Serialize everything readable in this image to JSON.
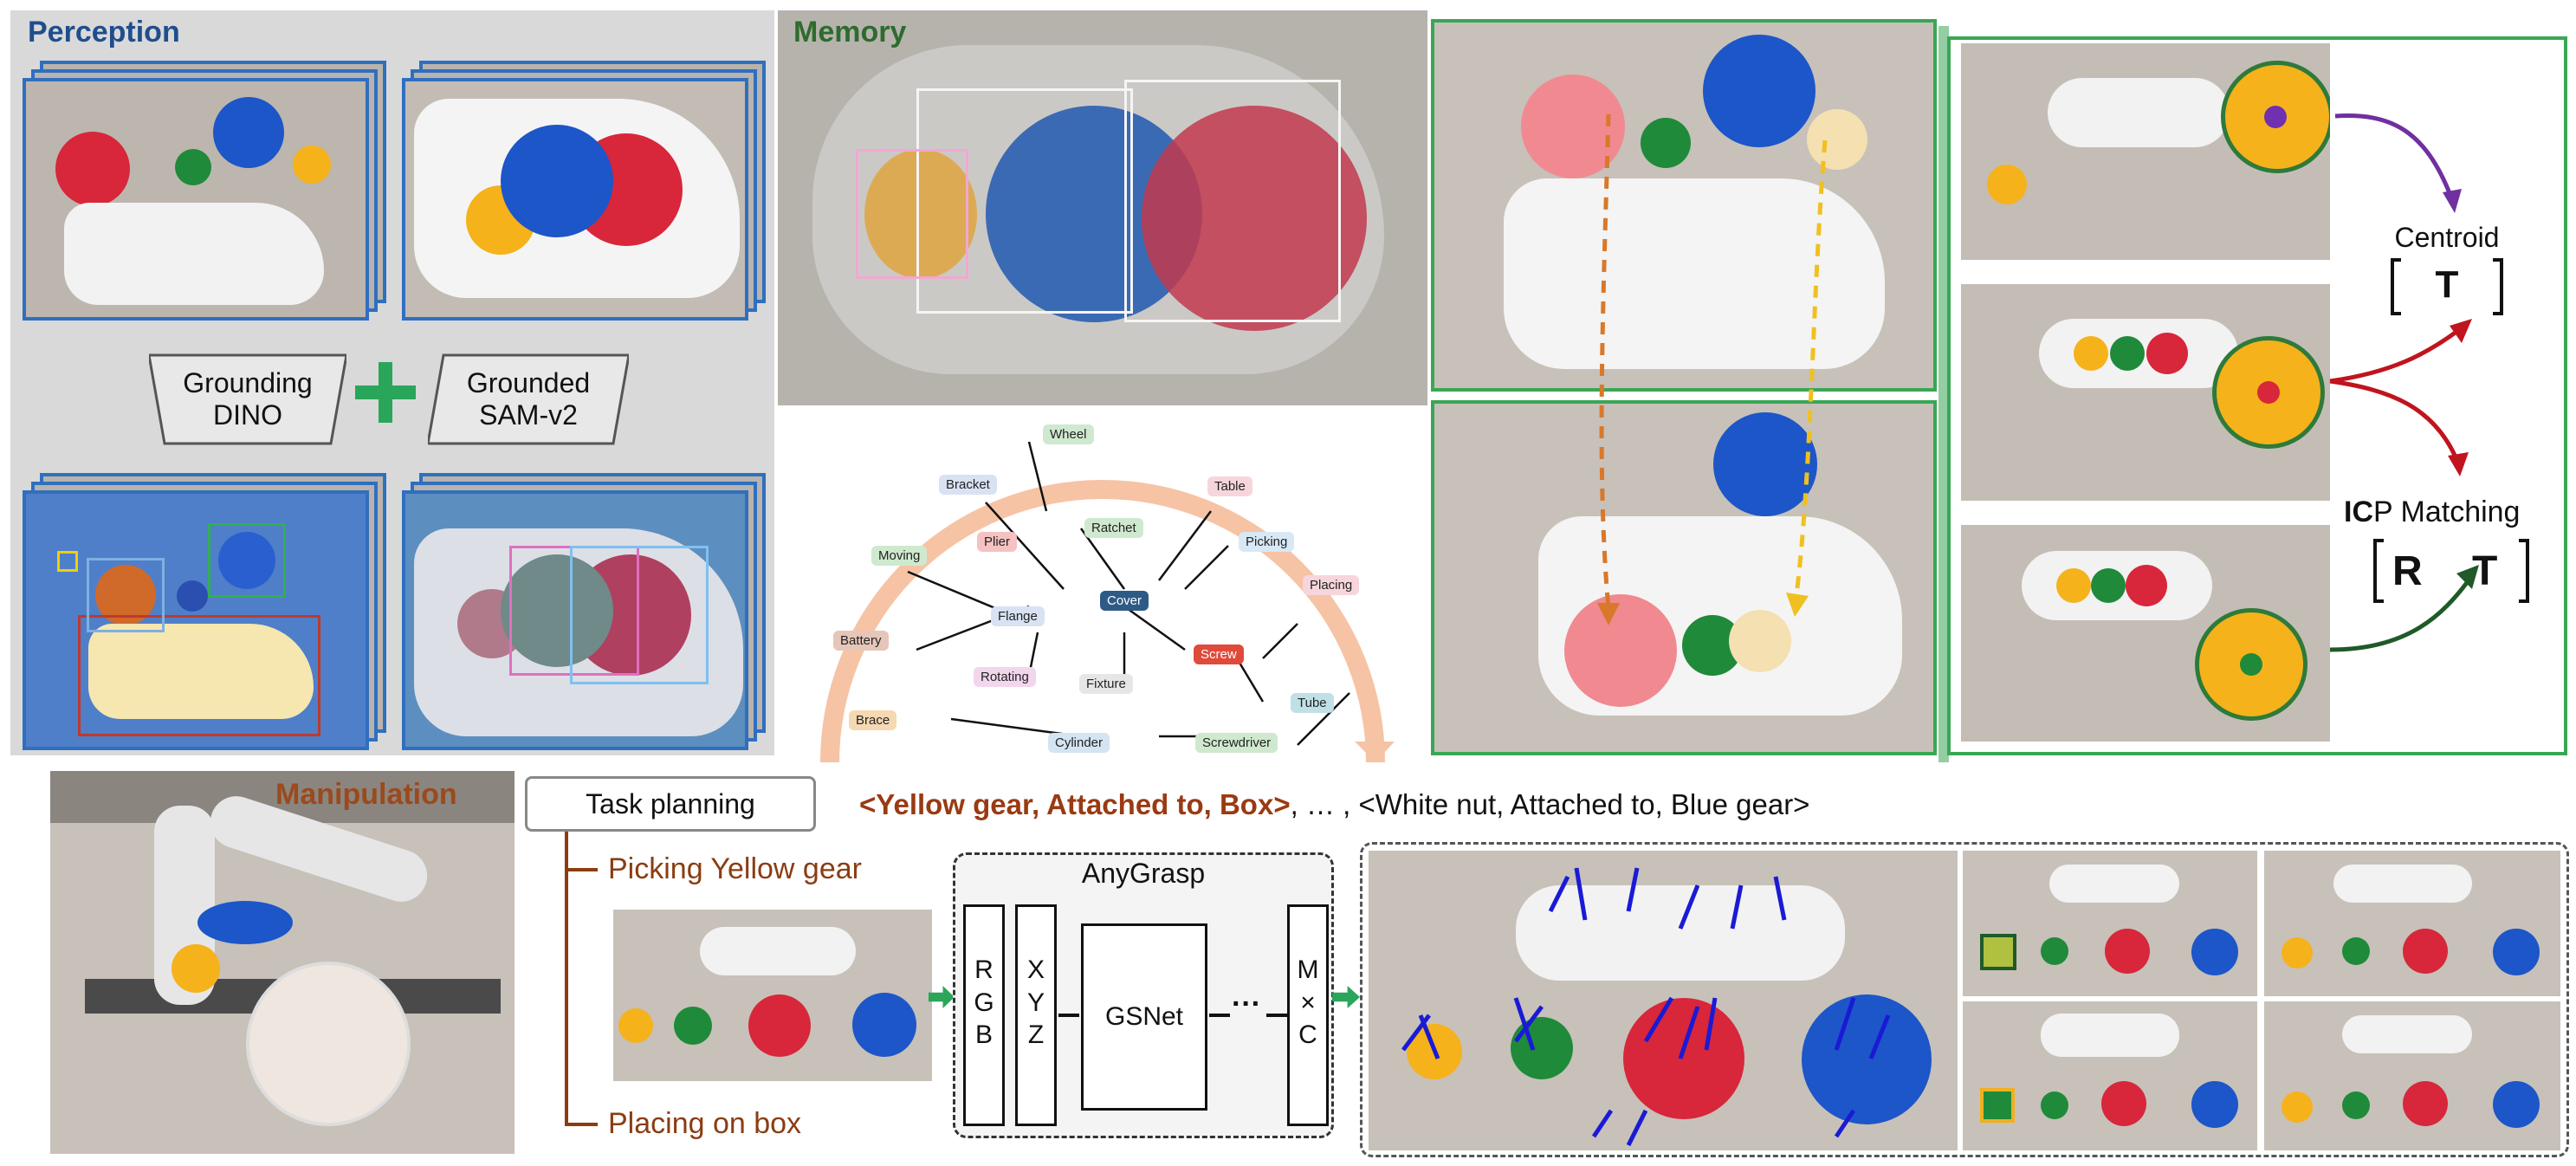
{
  "perception": {
    "title": "Perception",
    "grounding_dino": "Grounding\nDINO",
    "grounded_sam": "Grounded\nSAM-v2",
    "plus": "+"
  },
  "memory": {
    "title": "Memory"
  },
  "knowledge_graph": {
    "nodes": [
      "Wheel",
      "Bracket",
      "Table",
      "Ratchet",
      "Plier",
      "Picking",
      "Moving",
      "Flange",
      "Cover",
      "Placing",
      "Battery",
      "Screw",
      "Rotating",
      "Fixture",
      "Tube",
      "Brace",
      "Cylinder",
      "Screwdriver"
    ]
  },
  "pose": {
    "centroid_label": "Centroid",
    "centroid_matrix": "T",
    "icp_prefix": "IC",
    "icp_suffix": "P Matching",
    "icp_matrix_r": "R",
    "icp_matrix_t": "T"
  },
  "manipulation": {
    "title": "Manipulation",
    "task_planning": "Task planning",
    "step_picking": "Picking Yellow gear",
    "step_placing": "Placing on box",
    "relation_first": "<Yellow gear, Attached to, Box>",
    "relation_rest": ", … , <White nut, Attached to, Blue gear>"
  },
  "anygrasp": {
    "title": "AnyGrasp",
    "rgb": "R\nG\nB",
    "xyz": "X\nY\nZ",
    "gsnet": "GSNet",
    "dots": "···",
    "mxc": "M\n×\nC"
  },
  "colors": {
    "perception_title": "#1f4e8c",
    "memory_title": "#2e6b2e",
    "manipulation_title": "#9a4a1c",
    "step_text": "#8a3d12",
    "relation_bold": "#9a3a12",
    "tile_border": "#2f6fc0",
    "green_frame": "#3aa655",
    "gear_yellow": "#f5b21b",
    "gear_red": "#d8263b",
    "gear_blue": "#1c56c8",
    "gear_green": "#1f8a3a"
  }
}
